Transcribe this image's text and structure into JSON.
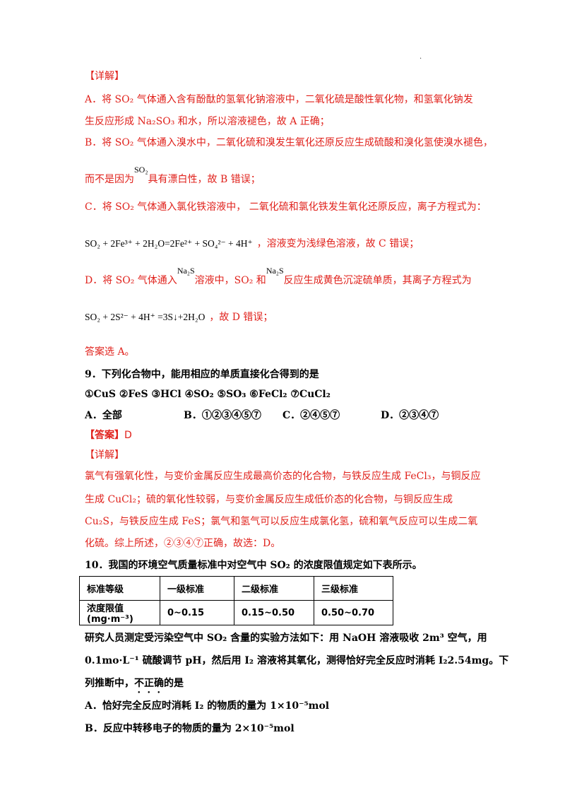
{
  "header_mark": "·",
  "part1": {
    "detail_label": "【详解】",
    "a_line1": "A．将 SO₂ 气体通入含有酚酞的氢氧化钠溶液中，二氧化硫是酸性氧化物，和氢氧化钠发",
    "a_line2": "生反应形成 Na₂SO₃ 和水，所以溶液褪色，故 A 正确；",
    "b_line1": "B．将 SO₂ 气体通入溴水中，二氧化硫和溴发生氧化还原反应生成硫酸和溴化氢使溴水褪色，",
    "b_formula": "SO₂",
    "b_line2_pre": "而不是因为",
    "b_line2_post": "具有漂白性，故 B 错误；",
    "c_line1": "C．将 SO₂ 气体通入氯化铁溶液中，  二氧化硫和氯化铁发生氧化还原反应，离子方程式为：",
    "c_equation": "SO₂ + 2Fe³⁺ + 2H₂O=2Fe²⁺ + SO₄²⁻ + 4H⁺",
    "c_line2": "，溶液变为浅绿色溶液，故 C 错误；",
    "d_pre": "D．将 SO₂ 气体通入",
    "d_formula_1": "Na₂S",
    "d_mid": "溶液中，SO₂ 和",
    "d_formula_2": "Na₂S",
    "d_post": "反应生成黄色沉淀硫单质，其离子方程式为",
    "d_equation": "SO₂ + 2S²⁻ + 4H⁺ =3S↓+2H₂O",
    "d_line2": "，故 D 错误；",
    "answer": "答案选 A。"
  },
  "q9": {
    "stem": "9．下列化合物中，能用相应的单质直接化合得到的是",
    "compounds": "①CuS  ②FeS  ③HCl  ④SO₂  ⑤SO₃  ⑥FeCl₂  ⑦CuCl₂",
    "options": [
      "A．全部",
      "B．①②③④⑤⑦",
      "C．②④⑤⑦",
      "D．②③④⑦"
    ],
    "answer_label": "【答案】",
    "answer_value": "D",
    "detail_label": "【详解】",
    "explain": [
      "氯气有强氧化性，与变价金属反应生成最高价态的化合物，与铁反应生成 FeCl₃，与铜反应",
      "生成 CuCl₂；硫的氧化性较弱，与变价金属反应生成低价态的化合物，与铜反应生成",
      "Cu₂S，与铁反应生成 FeS；氯气和氢气可以反应生成氯化氢，硫和氧气反应可以生成二氧",
      "化硫。综上所述，②③④⑦正确，故选：D。"
    ]
  },
  "q10": {
    "stem": "10．我国的环境空气质量标准中对空气中 SO₂ 的浓度限值规定如下表所示。",
    "table": {
      "header": [
        "标准等级",
        "一级标准",
        "二级标准",
        "三级标准"
      ],
      "row": [
        "浓度限值(mg·m⁻³)",
        "0~0.15",
        "0.15~0.50",
        "0.50~0.70"
      ]
    },
    "text1": "研究人员测定受污染空气中 SO₂ 含量的实验方法如下：用 NaOH 溶液吸收 2m³ 空气，用",
    "text2": "0.1mo·L⁻¹ 硫酸调节 pH，然后用 I₂ 溶液将其氧化，测得恰好完全反应时消耗 I₂2.54mg。下",
    "text3_pre": "列推断中，",
    "text3_emph": "不正确",
    "text3_post": "的是",
    "option_a": "A．恰好完全反应时消耗 I₂ 的物质的量为 1×10⁻⁵mol",
    "option_b": "B．反应中转移电子的物质的量为 2×10⁻⁵mol"
  }
}
